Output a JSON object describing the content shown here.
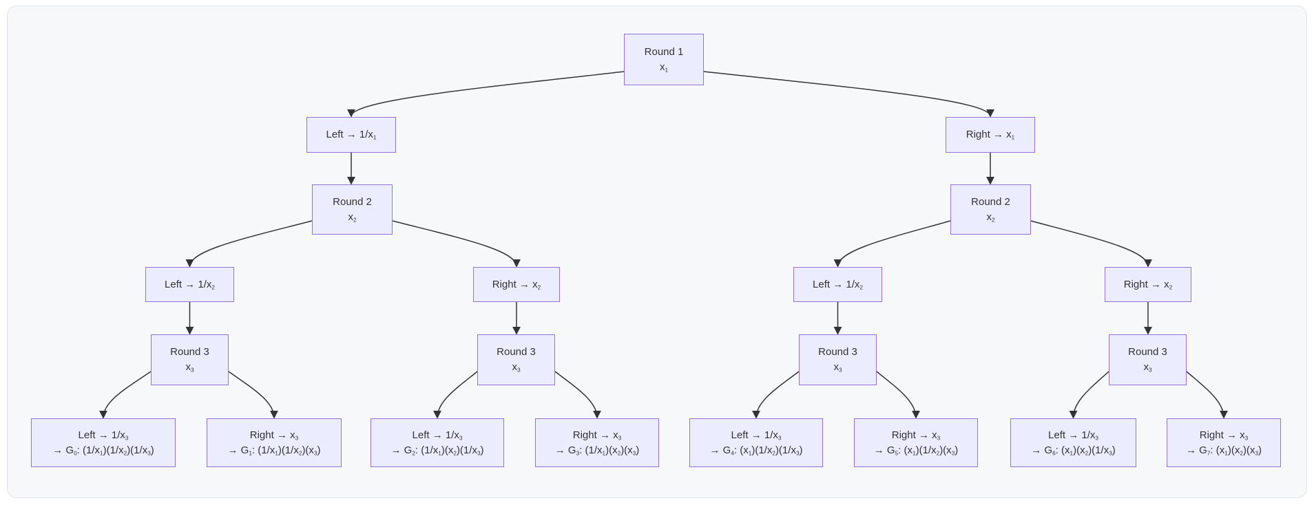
{
  "colors": {
    "page_bg": "#ffffff",
    "panel_bg": "#f7f8fa",
    "panel_border": "#e3e5ea",
    "node_fill": "#ececff",
    "node_border": "#9370db",
    "edge": "#333333",
    "text": "#333333"
  },
  "diagram": {
    "nodes": [
      {
        "id": "round1",
        "lines": [
          "Round 1",
          "x_1"
        ]
      },
      {
        "id": "left1",
        "lines": [
          "Left → 1/x_1"
        ]
      },
      {
        "id": "right1",
        "lines": [
          "Right → x_1"
        ]
      },
      {
        "id": "round2L",
        "lines": [
          "Round 2",
          "x_2"
        ]
      },
      {
        "id": "round2R",
        "lines": [
          "Round 2",
          "x_2"
        ]
      },
      {
        "id": "left2L",
        "lines": [
          "Left → 1/x_2"
        ]
      },
      {
        "id": "right2L",
        "lines": [
          "Right → x_2"
        ]
      },
      {
        "id": "left2R",
        "lines": [
          "Left → 1/x_2"
        ]
      },
      {
        "id": "right2R",
        "lines": [
          "Right → x_2"
        ]
      },
      {
        "id": "round3LL",
        "lines": [
          "Round 3",
          "x_3"
        ]
      },
      {
        "id": "round3LR",
        "lines": [
          "Round 3",
          "x_3"
        ]
      },
      {
        "id": "round3RL",
        "lines": [
          "Round 3",
          "x_3"
        ]
      },
      {
        "id": "round3RR",
        "lines": [
          "Round 3",
          "x_3"
        ]
      },
      {
        "id": "g0",
        "lines": [
          "Left → 1/x_3",
          "→ G_0: (1/x_1)(1/x_2)(1/x_3)"
        ]
      },
      {
        "id": "g1",
        "lines": [
          "Right → x_3",
          "→ G_1: (1/x_1)(1/x_2)(x_3)"
        ]
      },
      {
        "id": "g2",
        "lines": [
          "Left → 1/x_3",
          "→ G_2: (1/x_1)(x_2)(1/x_3)"
        ]
      },
      {
        "id": "g3",
        "lines": [
          "Right → x_3",
          "→ G_3: (1/x_1)(x_2)(x_3)"
        ]
      },
      {
        "id": "g4",
        "lines": [
          "Left → 1/x_3",
          "→ G_4: (x_1)(1/x_2)(1/x_3)"
        ]
      },
      {
        "id": "g5",
        "lines": [
          "Right → x_3",
          "→ G_5: (x_1)(1/x_2)(x_3)"
        ]
      },
      {
        "id": "g6",
        "lines": [
          "Left → 1/x_3",
          "→ G_6: (x_1)(x_2)(1/x_3)"
        ]
      },
      {
        "id": "g7",
        "lines": [
          "Right → x_3",
          "→ G_7: (x_1)(x_2)(x_3)"
        ]
      }
    ],
    "edges": [
      {
        "from": "round1",
        "to": "left1"
      },
      {
        "from": "round1",
        "to": "right1"
      },
      {
        "from": "left1",
        "to": "round2L"
      },
      {
        "from": "right1",
        "to": "round2R"
      },
      {
        "from": "round2L",
        "to": "left2L"
      },
      {
        "from": "round2L",
        "to": "right2L"
      },
      {
        "from": "round2R",
        "to": "left2R"
      },
      {
        "from": "round2R",
        "to": "right2R"
      },
      {
        "from": "left2L",
        "to": "round3LL"
      },
      {
        "from": "right2L",
        "to": "round3LR"
      },
      {
        "from": "left2R",
        "to": "round3RL"
      },
      {
        "from": "right2R",
        "to": "round3RR"
      },
      {
        "from": "round3LL",
        "to": "g0"
      },
      {
        "from": "round3LL",
        "to": "g1"
      },
      {
        "from": "round3LR",
        "to": "g2"
      },
      {
        "from": "round3LR",
        "to": "g3"
      },
      {
        "from": "round3RL",
        "to": "g4"
      },
      {
        "from": "round3RL",
        "to": "g5"
      },
      {
        "from": "round3RR",
        "to": "g6"
      },
      {
        "from": "round3RR",
        "to": "g7"
      }
    ]
  }
}
